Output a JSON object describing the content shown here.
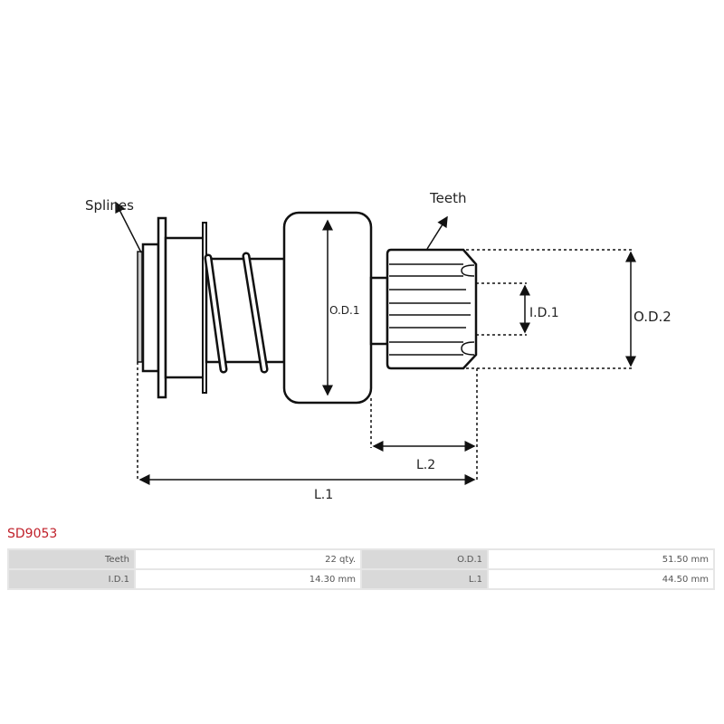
{
  "drawing": {
    "labels": {
      "splines": "Splines",
      "teeth": "Teeth",
      "od1": "O.D.1",
      "id1": "I.D.1",
      "od2": "O.D.2",
      "l1": "L.1",
      "l2": "L.2"
    }
  },
  "part_number": "SD9053",
  "specs": [
    {
      "label": "Teeth",
      "value": "22 qty.",
      "label2": "O.D.1",
      "value2": "51.50 mm"
    },
    {
      "label": "I.D.1",
      "value": "14.30 mm",
      "label2": "L.1",
      "value2": "44.50 mm"
    }
  ]
}
